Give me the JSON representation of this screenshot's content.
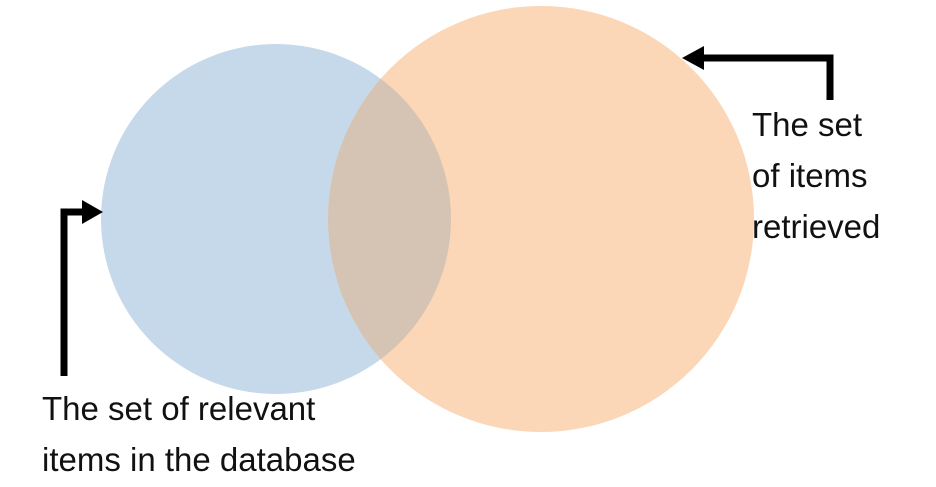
{
  "colors": {
    "relevant_circle": "#c5d9ea",
    "retrieved_circle": "#fbd6b7",
    "overlap": "#d5c4b3",
    "arrow": "#000000"
  },
  "labels": {
    "relevant": [
      "The set of relevant",
      "items in the database"
    ],
    "retrieved": [
      "The set",
      "of items",
      "retrieved"
    ]
  }
}
